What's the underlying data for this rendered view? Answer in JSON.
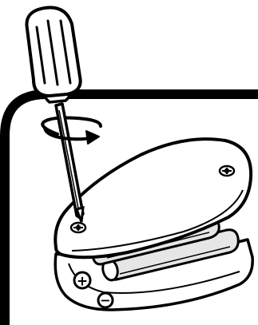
{
  "figure": {
    "background_color": "#ffffff",
    "ink_color": "#000000",
    "battery_fill_color": "#e6e6e6",
    "parts": [
      {
        "name": "screwdriver",
        "icon": "screwdriver-icon"
      },
      {
        "name": "rotation-arrow",
        "icon": "rotate-clockwise-icon"
      },
      {
        "name": "battery-cover",
        "icon": "cover-icon"
      },
      {
        "name": "screw",
        "icon": "screw-icon"
      },
      {
        "name": "aa-batteries",
        "icon": "battery-icon"
      }
    ],
    "polarity": {
      "positive": "+",
      "negative": "−"
    }
  }
}
